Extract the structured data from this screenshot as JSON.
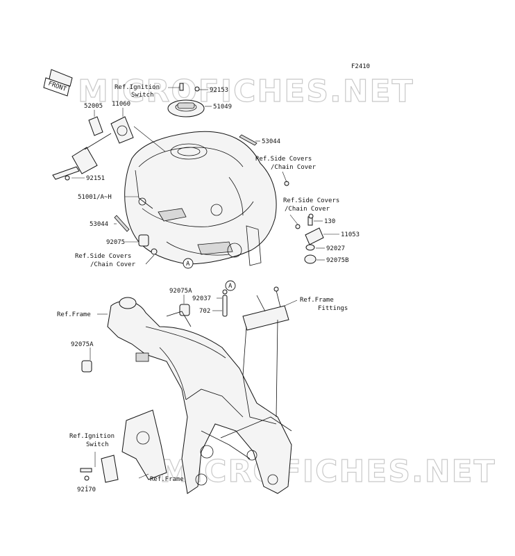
{
  "figure_code": "F2410",
  "watermark": "MICROFICHES.NET",
  "front_arrow_label": "FRONT",
  "callout_letter": "A",
  "labels": {
    "ref_ignition_switch_top": [
      "Ref.Ignition",
      "Switch"
    ],
    "p92153": "92153",
    "p51049": "51049",
    "p52005": "52005",
    "p11060": "11060",
    "p53044_top": "53044",
    "ref_side_covers_1": [
      "Ref.Side Covers",
      "/Chain Cover"
    ],
    "p92151": "92151",
    "p51001": "51001/A~H",
    "ref_side_covers_2": [
      "Ref.Side Covers",
      "/Chain Cover"
    ],
    "p130": "130",
    "p53044_left": "53044",
    "p11053": "11053",
    "p92075": "92075",
    "p92027": "92027",
    "ref_side_covers_3": [
      "Ref.Side Covers",
      "/Chain Cover"
    ],
    "p92075B": "92075B",
    "p92075A_top": "92075A",
    "ref_frame_fittings": [
      "Ref.Frame",
      "Fittings"
    ],
    "p92037": "92037",
    "ref_frame_left": "Ref.Frame",
    "p702": "702",
    "p92075A_left": "92075A",
    "ref_ignition_switch_bottom": [
      "Ref.Ignition",
      "Switch"
    ],
    "ref_frame_bottom": "Ref.Frame",
    "p92170": "92170"
  }
}
